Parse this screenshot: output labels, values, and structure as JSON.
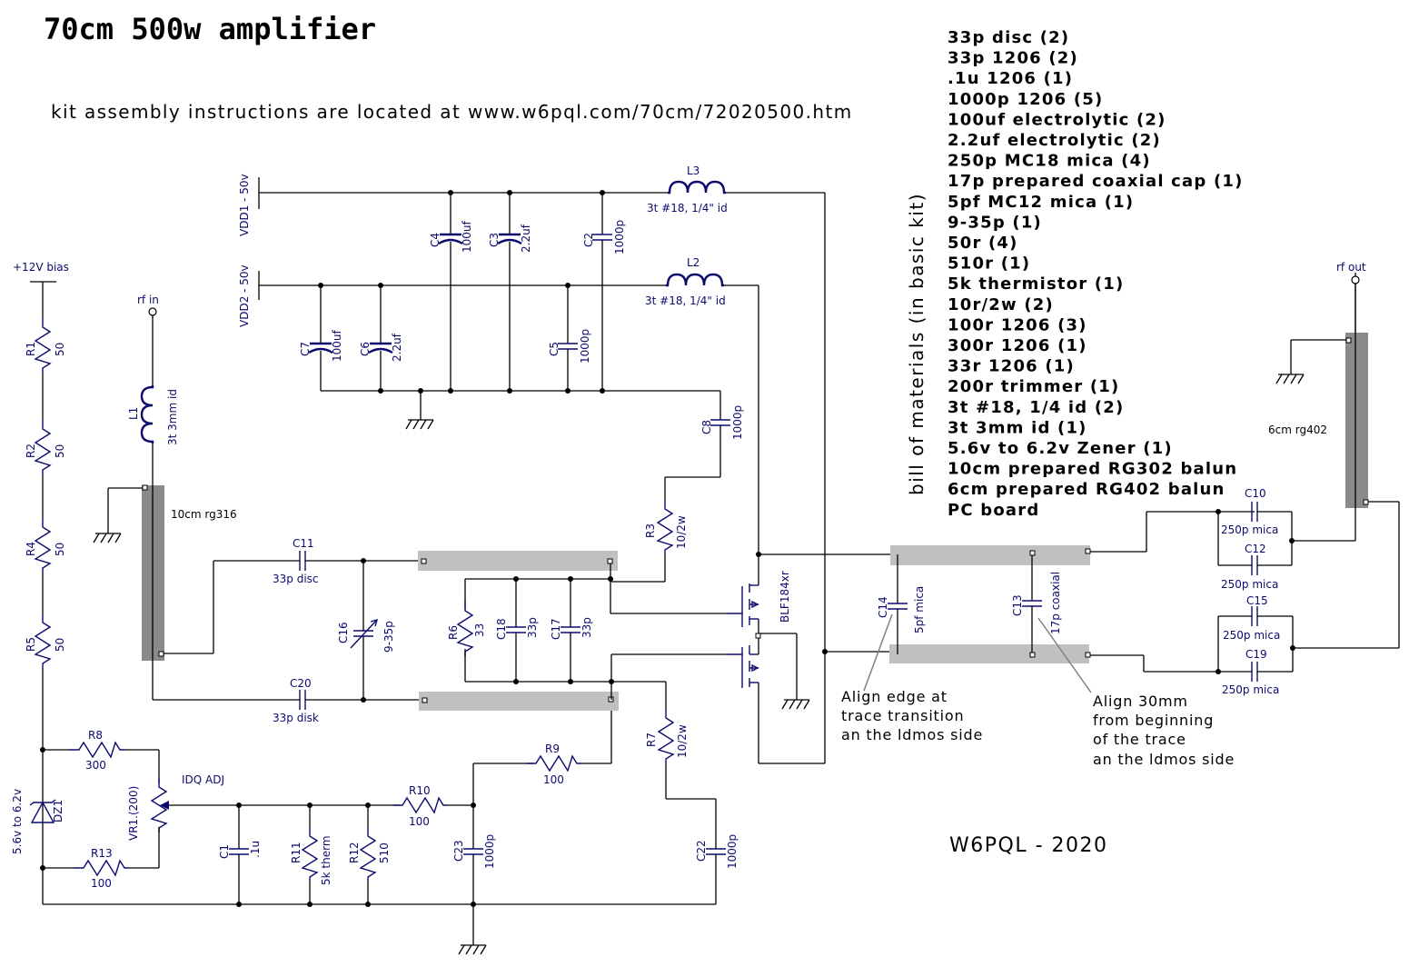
{
  "header": {
    "title": "70cm 500w amplifier",
    "subtitle": "kit assembly instructions are located at www.w6pql.com/70cm/72020500.htm"
  },
  "bom": {
    "heading": "bill of materials (in basic kit)",
    "items": [
      "33p disc (2)",
      "33p 1206 (2)",
      ".1u 1206 (1)",
      "1000p 1206 (5)",
      "100uf electrolytic (2)",
      "2.2uf electrolytic (2)",
      "250p MC18 mica (4)",
      "17p prepared coaxial cap (1)",
      "5pf MC12 mica (1)",
      "9-35p (1)",
      "50r (4)",
      "510r (1)",
      "5k thermistor (1)",
      "10r/2w (2)",
      "100r 1206 (3)",
      "300r 1206 (1)",
      "33r 1206 (1)",
      "200r trimmer (1)",
      "3t #18, 1/4  id (2)",
      "3t 3mm id (1)",
      "5.6v to 6.2v Zener (1)",
      "10cm prepared RG302 balun",
      "6cm prepared RG402 balun",
      "PC board"
    ]
  },
  "supplies": {
    "vdd1": "VDD1 - 50v",
    "vdd2": "VDD2 - 50v",
    "bias": "+12V bias"
  },
  "ports": {
    "rf_in": "rf in",
    "rf_out": "rf out"
  },
  "components": {
    "R1": {
      "ref": "R1",
      "value": "50"
    },
    "R2": {
      "ref": "R2",
      "value": "50"
    },
    "R4": {
      "ref": "R4",
      "value": "50"
    },
    "R5": {
      "ref": "R5",
      "value": "50"
    },
    "R3": {
      "ref": "R3",
      "value": "10/2w"
    },
    "R7": {
      "ref": "R7",
      "value": "10/2w"
    },
    "R6": {
      "ref": "R6",
      "value": "33"
    },
    "R8": {
      "ref": "R8",
      "value": "300"
    },
    "R9": {
      "ref": "R9",
      "value": "100"
    },
    "R10": {
      "ref": "R10",
      "value": "100"
    },
    "R11": {
      "ref": "R11",
      "value": "5k therm"
    },
    "R12": {
      "ref": "R12",
      "value": "510"
    },
    "R13": {
      "ref": "R13",
      "value": "100"
    },
    "VR1": {
      "ref": "VR1.(200)",
      "value": "IDQ ADJ"
    },
    "DZ1": {
      "ref": "DZ1",
      "value": "5.6v to 6.2v"
    },
    "L1": {
      "ref": "L1",
      "value": "3t 3mm id"
    },
    "L2": {
      "ref": "L2",
      "value": "3t #18, 1/4\" id"
    },
    "L3": {
      "ref": "L3",
      "value": "3t #18, 1/4\" id"
    },
    "C1": {
      "ref": "C1",
      "value": ".1u"
    },
    "C2": {
      "ref": "C2",
      "value": "1000p"
    },
    "C3": {
      "ref": "C3",
      "value": "2.2uf"
    },
    "C4": {
      "ref": "C4",
      "value": "100uf"
    },
    "C5": {
      "ref": "C5",
      "value": "1000p"
    },
    "C6": {
      "ref": "C6",
      "value": "2.2uf"
    },
    "C7": {
      "ref": "C7",
      "value": "100uf"
    },
    "C8": {
      "ref": "C8",
      "value": "1000p"
    },
    "C10": {
      "ref": "C10",
      "value": "250p mica"
    },
    "C11": {
      "ref": "C11",
      "value": "33p disc"
    },
    "C12": {
      "ref": "C12",
      "value": "250p mica"
    },
    "C13": {
      "ref": "C13",
      "value": "17p coaxial"
    },
    "C14": {
      "ref": "C14",
      "value": "5pf mica"
    },
    "C15": {
      "ref": "C15",
      "value": "250p mica"
    },
    "C16": {
      "ref": "C16",
      "value": "9-35p"
    },
    "C17": {
      "ref": "C17",
      "value": "33p"
    },
    "C18": {
      "ref": "C18",
      "value": "33p"
    },
    "C19": {
      "ref": "C19",
      "value": "250p mica"
    },
    "C20": {
      "ref": "C20",
      "value": "33p disk"
    },
    "C22": {
      "ref": "C22",
      "value": "1000p"
    },
    "C23": {
      "ref": "C23",
      "value": "1000p"
    },
    "Q1": {
      "ref": "BLF184xr"
    }
  },
  "baluns": {
    "input": "10cm rg316",
    "output": "6cm rg402"
  },
  "notes": {
    "c14_note": [
      "Align edge at",
      "trace transition",
      "an the ldmos side"
    ],
    "c13_note": [
      "Align 30mm",
      "from beginning",
      "of the trace",
      "an the ldmos side"
    ]
  },
  "signature": "W6PQL - 2020",
  "colors": {
    "wire": "#000000",
    "component": "#0b0b6e",
    "trace": "#c0c0c0",
    "coax": "#8a8a8a"
  }
}
